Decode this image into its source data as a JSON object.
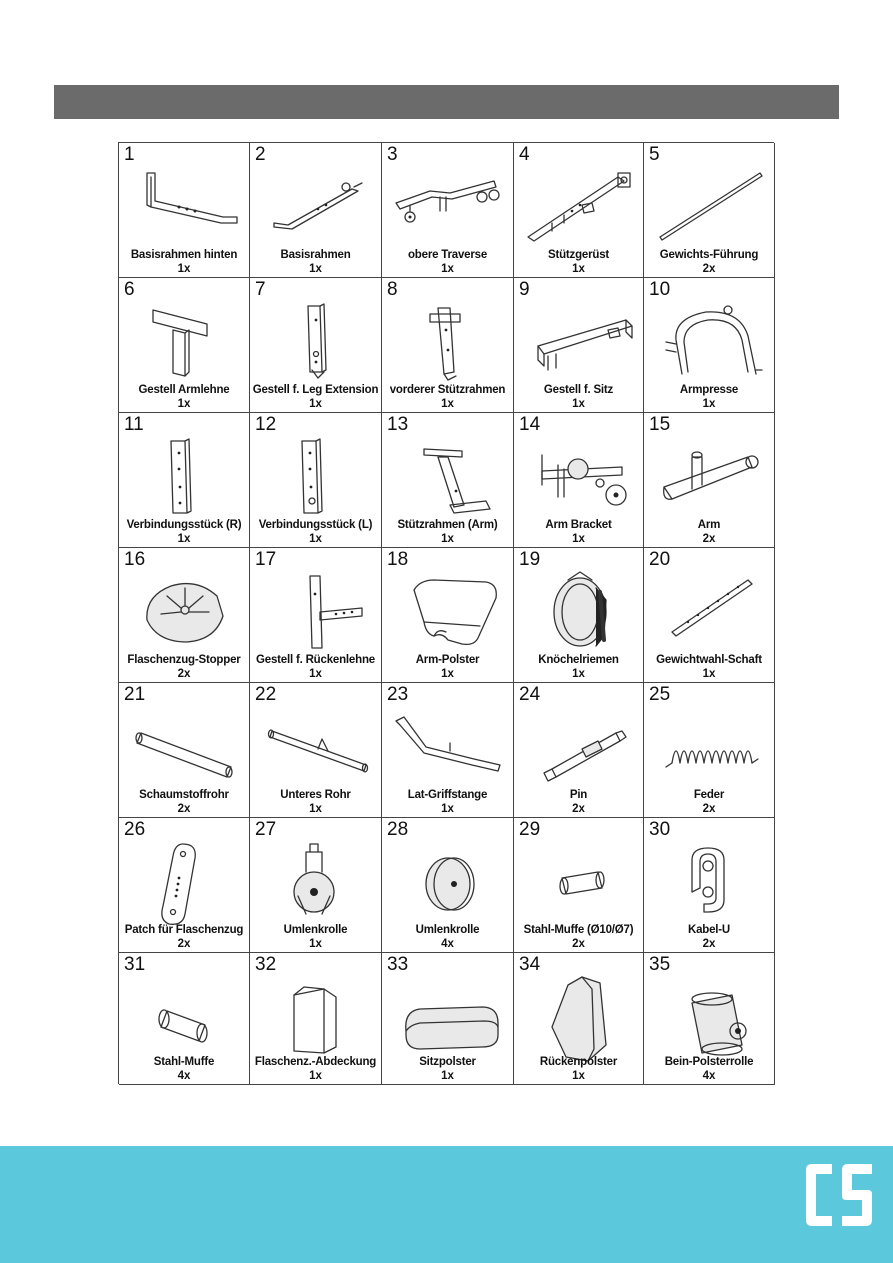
{
  "parts": [
    {
      "number": "1",
      "name": "Basisrahmen hinten",
      "qty": "1x",
      "icon": "rear-base-frame"
    },
    {
      "number": "2",
      "name": "Basisrahmen",
      "qty": "1x",
      "icon": "base-frame"
    },
    {
      "number": "3",
      "name": "obere Traverse",
      "qty": "1x",
      "icon": "upper-crossbar"
    },
    {
      "number": "4",
      "name": "Stützgerüst",
      "qty": "1x",
      "icon": "support-frame"
    },
    {
      "number": "5",
      "name": "Gewichts-Führung",
      "qty": "2x",
      "icon": "weight-guide-rod"
    },
    {
      "number": "6",
      "name": "Gestell Armlehne",
      "qty": "1x",
      "icon": "armrest-post"
    },
    {
      "number": "7",
      "name": "Gestell f. Leg Extension",
      "qty": "1x",
      "icon": "leg-extension-post"
    },
    {
      "number": "8",
      "name": "vorderer Stützrahmen",
      "qty": "1x",
      "icon": "front-support-post"
    },
    {
      "number": "9",
      "name": "Gestell f. Sitz",
      "qty": "1x",
      "icon": "seat-frame"
    },
    {
      "number": "10",
      "name": "Armpresse",
      "qty": "1x",
      "icon": "arm-press"
    },
    {
      "number": "11",
      "name": "Verbindungsstück (R)",
      "qty": "1x",
      "icon": "connector-right"
    },
    {
      "number": "12",
      "name": "Verbindungsstück (L)",
      "qty": "1x",
      "icon": "connector-left"
    },
    {
      "number": "13",
      "name": "Stützrahmen (Arm)",
      "qty": "1x",
      "icon": "arm-support-frame"
    },
    {
      "number": "14",
      "name": "Arm Bracket",
      "qty": "1x",
      "icon": "arm-bracket"
    },
    {
      "number": "15",
      "name": "Arm",
      "qty": "2x",
      "icon": "arm"
    },
    {
      "number": "16",
      "name": "Flaschenzug-Stopper",
      "qty": "2x",
      "icon": "pulley-stopper"
    },
    {
      "number": "17",
      "name": "Gestell f. Rückenlehne",
      "qty": "1x",
      "icon": "backrest-frame"
    },
    {
      "number": "18",
      "name": "Arm-Polster",
      "qty": "1x",
      "icon": "arm-pad"
    },
    {
      "number": "19",
      "name": "Knöchelriemen",
      "qty": "1x",
      "icon": "ankle-strap"
    },
    {
      "number": "20",
      "name": "Gewichtwahl-Schaft",
      "qty": "1x",
      "icon": "weight-selector-shaft"
    },
    {
      "number": "21",
      "name": "Schaumstoffrohr",
      "qty": "2x",
      "icon": "foam-tube"
    },
    {
      "number": "22",
      "name": "Unteres Rohr",
      "qty": "1x",
      "icon": "lower-tube"
    },
    {
      "number": "23",
      "name": "Lat-Griffstange",
      "qty": "1x",
      "icon": "lat-bar"
    },
    {
      "number": "24",
      "name": "Pin",
      "qty": "2x",
      "icon": "pin"
    },
    {
      "number": "25",
      "name": "Feder",
      "qty": "2x",
      "icon": "spring"
    },
    {
      "number": "26",
      "name": "Patch für Flaschenzug",
      "qty": "2x",
      "icon": "pulley-patch"
    },
    {
      "number": "27",
      "name": "Umlenkrolle",
      "qty": "1x",
      "icon": "pulley-with-bracket"
    },
    {
      "number": "28",
      "name": "Umlenkrolle",
      "qty": "4x",
      "icon": "pulley"
    },
    {
      "number": "29",
      "name": "Stahl-Muffe (Ø10/Ø7)",
      "qty": "2x",
      "icon": "steel-sleeve-small"
    },
    {
      "number": "30",
      "name": "Kabel-U",
      "qty": "2x",
      "icon": "cable-u"
    },
    {
      "number": "31",
      "name": "Stahl-Muffe",
      "qty": "4x",
      "icon": "steel-sleeve"
    },
    {
      "number": "32",
      "name": "Flaschenz.-Abdeckung",
      "qty": "1x",
      "icon": "pulley-cover"
    },
    {
      "number": "33",
      "name": "Sitzpolster",
      "qty": "1x",
      "icon": "seat-pad"
    },
    {
      "number": "34",
      "name": "Rückenpolster",
      "qty": "1x",
      "icon": "back-pad"
    },
    {
      "number": "35",
      "name": "Bein-Polsterrolle",
      "qty": "4x",
      "icon": "leg-pad-roller"
    }
  ],
  "colors": {
    "header_bar": "#6b6b6b",
    "footer_band": "#5bc8dc",
    "logo": "#ffffff"
  },
  "logo": {
    "icon": "cs-logo",
    "text": "CS"
  }
}
